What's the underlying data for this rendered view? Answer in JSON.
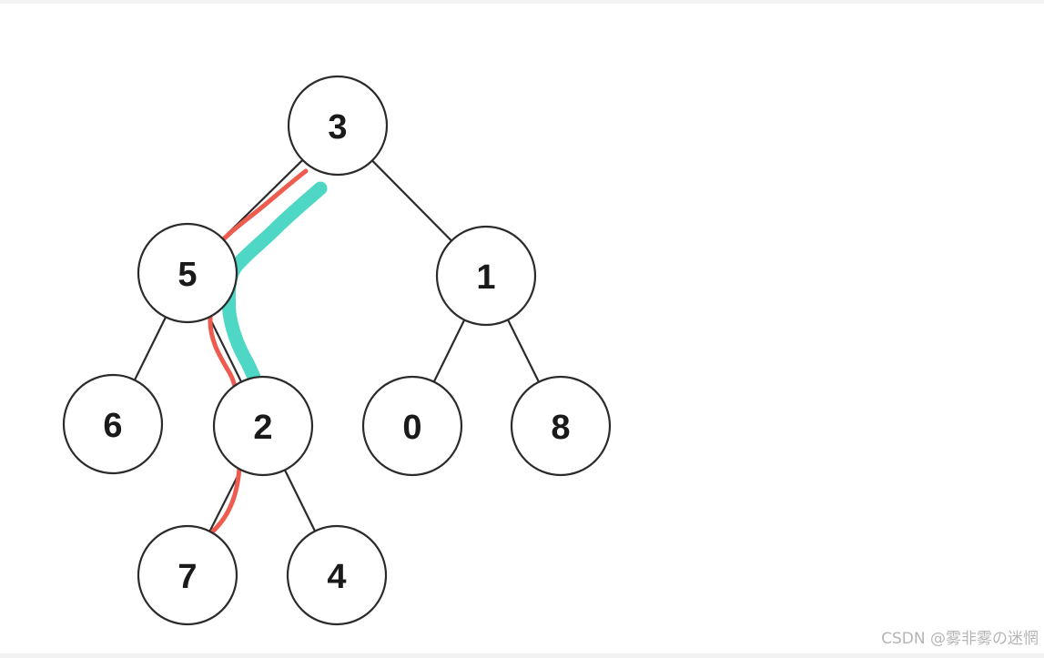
{
  "tree": {
    "nodes": [
      {
        "id": "n3",
        "label": "3"
      },
      {
        "id": "n5",
        "label": "5"
      },
      {
        "id": "n1",
        "label": "1"
      },
      {
        "id": "n6",
        "label": "6"
      },
      {
        "id": "n2",
        "label": "2"
      },
      {
        "id": "n0",
        "label": "0"
      },
      {
        "id": "n8",
        "label": "8"
      },
      {
        "id": "n7",
        "label": "7"
      },
      {
        "id": "n4",
        "label": "4"
      }
    ],
    "edges": [
      [
        "n3",
        "n5"
      ],
      [
        "n3",
        "n1"
      ],
      [
        "n5",
        "n6"
      ],
      [
        "n5",
        "n2"
      ],
      [
        "n1",
        "n0"
      ],
      [
        "n1",
        "n8"
      ],
      [
        "n2",
        "n7"
      ],
      [
        "n2",
        "n4"
      ]
    ],
    "highlighted_paths": [
      {
        "id": "red-path",
        "color": "#ee5b4f",
        "nodes": [
          "n3",
          "n5",
          "n2",
          "n7"
        ]
      },
      {
        "id": "teal-path",
        "color": "#4fd7c6",
        "nodes": [
          "n3",
          "n5",
          "n2"
        ]
      }
    ]
  },
  "watermark": {
    "text": "CSDN @雾非雾の迷惘"
  }
}
